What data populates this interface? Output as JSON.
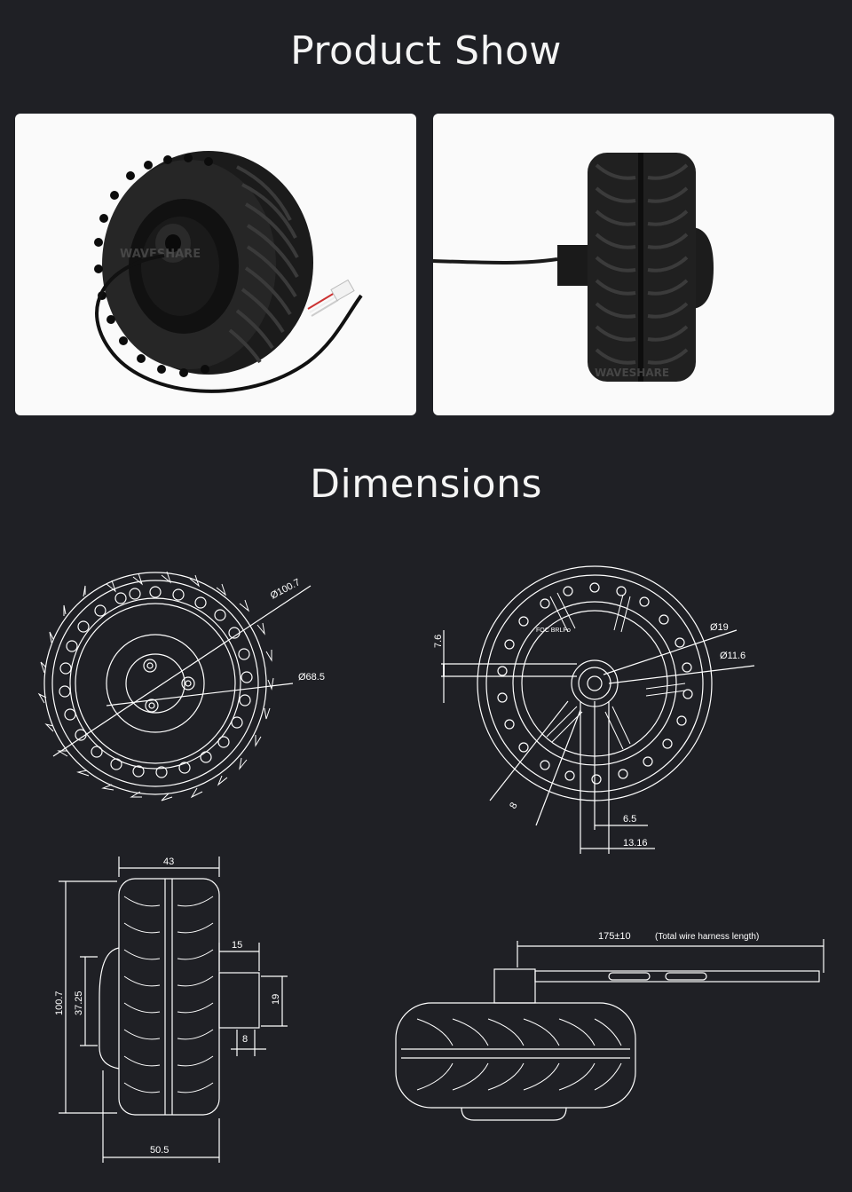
{
  "section_product": "Product Show",
  "section_dimensions": "Dimensions",
  "watermark": "WAVESHARE",
  "front_view": {
    "outer_diameter": "Ø100.7",
    "inner_diameter": "Ø68.5"
  },
  "back_view": {
    "hub_label": "FOC BRLPo",
    "shaft_diameter": "Ø19",
    "shaft_inner_diameter": "Ø11.6",
    "offset": "7.6",
    "flat_width": "8",
    "hole_spacing": "6.5",
    "hole_span": "13.16"
  },
  "side_view": {
    "width": "43",
    "height": "100.7",
    "hub_height": "37.25",
    "shaft_length": "15",
    "shaft_diameter": "19",
    "shaft_step": "8",
    "overall_width": "50.5"
  },
  "top_view": {
    "wire_length": "175±10",
    "wire_note": "(Total wire harness length)"
  },
  "colors": {
    "background": "#1f2025",
    "card": "#fafafa",
    "line": "#ffffff"
  }
}
